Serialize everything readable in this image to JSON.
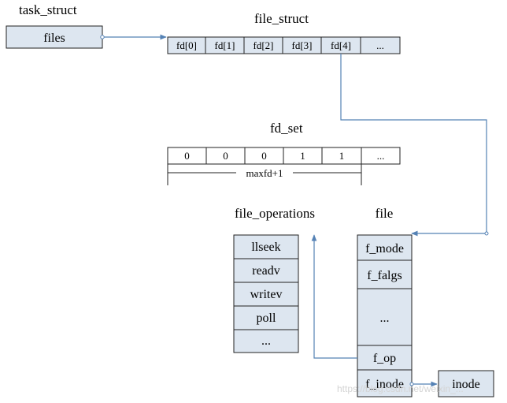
{
  "task_struct": {
    "title": "task_struct",
    "files_label": "files"
  },
  "file_struct": {
    "title": "file_struct",
    "cells": [
      "fd[0]",
      "fd[1]",
      "fd[2]",
      "fd[3]",
      "fd[4]",
      "..."
    ]
  },
  "fd_set": {
    "title": "fd_set",
    "cells": [
      "0",
      "0",
      "0",
      "1",
      "1",
      "..."
    ],
    "range_label": "maxfd+1"
  },
  "file_operations": {
    "title": "file_operations",
    "items": [
      "llseek",
      "readv",
      "writev",
      "poll",
      "..."
    ]
  },
  "file": {
    "title": "file",
    "fields": [
      "f_mode",
      "f_falgs",
      "...",
      "f_op",
      "f_inode"
    ]
  },
  "inode": {
    "label": "inode"
  },
  "watermark": "https://blog.csdn.net/weixin_...",
  "colors": {
    "box_fill": "#dde6f0",
    "arrow": "#5582b5"
  }
}
